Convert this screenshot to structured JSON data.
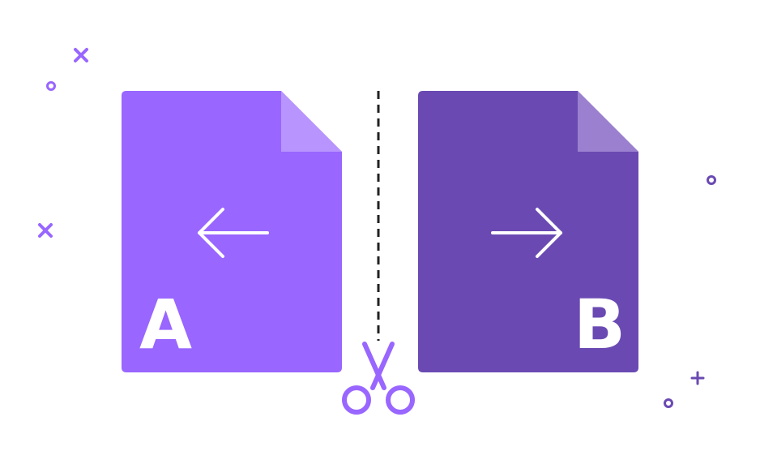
{
  "documents": [
    {
      "letter": "A",
      "arrow_direction": "left",
      "color": "#9966ff",
      "fold_color": "#b894ff"
    },
    {
      "letter": "B",
      "arrow_direction": "right",
      "color": "#6a4ab2",
      "fold_color": "#9a80cf"
    }
  ],
  "colors": {
    "accent": "#9966ff",
    "cut_line": "#222222",
    "arrow": "#ffffff"
  },
  "icons": [
    "left-arrow-icon",
    "right-arrow-icon",
    "scissors-icon",
    "sparkle-cross-icon",
    "sparkle-circle-icon",
    "plus-icon"
  ]
}
